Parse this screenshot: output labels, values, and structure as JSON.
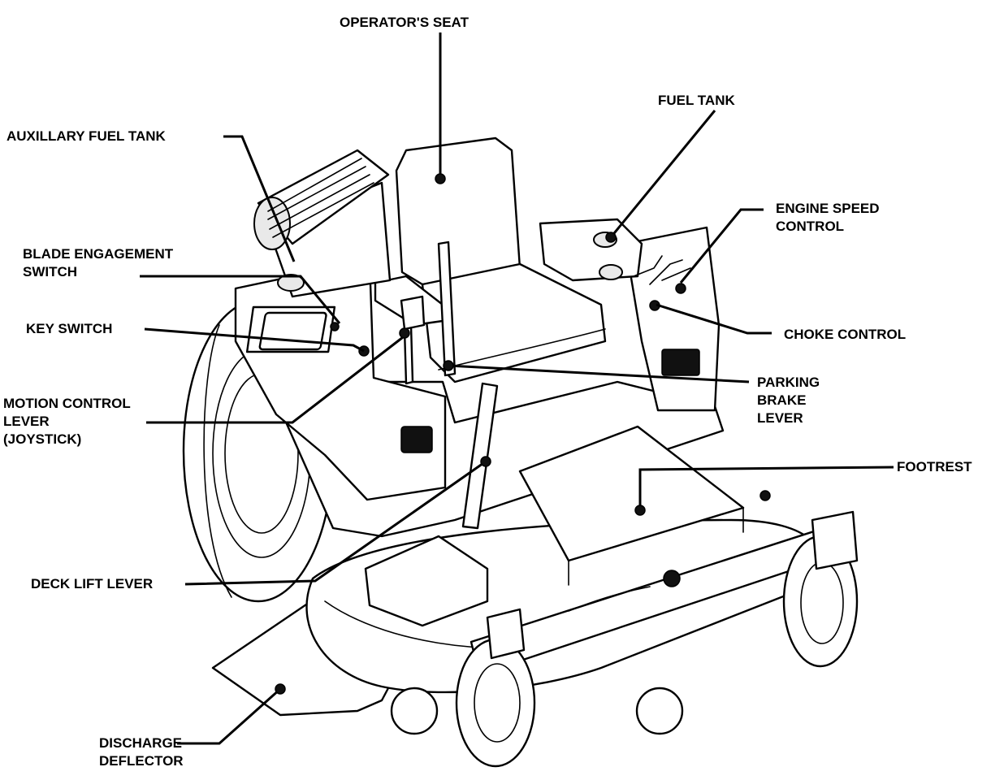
{
  "labels": {
    "operators_seat": "OPERATOR'S SEAT",
    "fuel_tank": "FUEL TANK",
    "auxillary_fuel_tank": "AUXILLARY FUEL TANK",
    "engine_speed_control": [
      "ENGINE SPEED",
      "CONTROL"
    ],
    "blade_engagement_switch": [
      "BLADE ENGAGEMENT",
      "SWITCH"
    ],
    "key_switch": "KEY SWITCH",
    "choke_control": "CHOKE CONTROL",
    "motion_control_lever": [
      "MOTION CONTROL",
      "LEVER",
      "(JOYSTICK)"
    ],
    "parking_brake_lever": [
      "PARKING",
      "BRAKE",
      "LEVER"
    ],
    "footrest": "FOOTREST",
    "deck_lift_lever": "DECK LIFT LEVER",
    "discharge_deflector": [
      "DISCHARGE",
      "DEFLECTOR"
    ]
  }
}
